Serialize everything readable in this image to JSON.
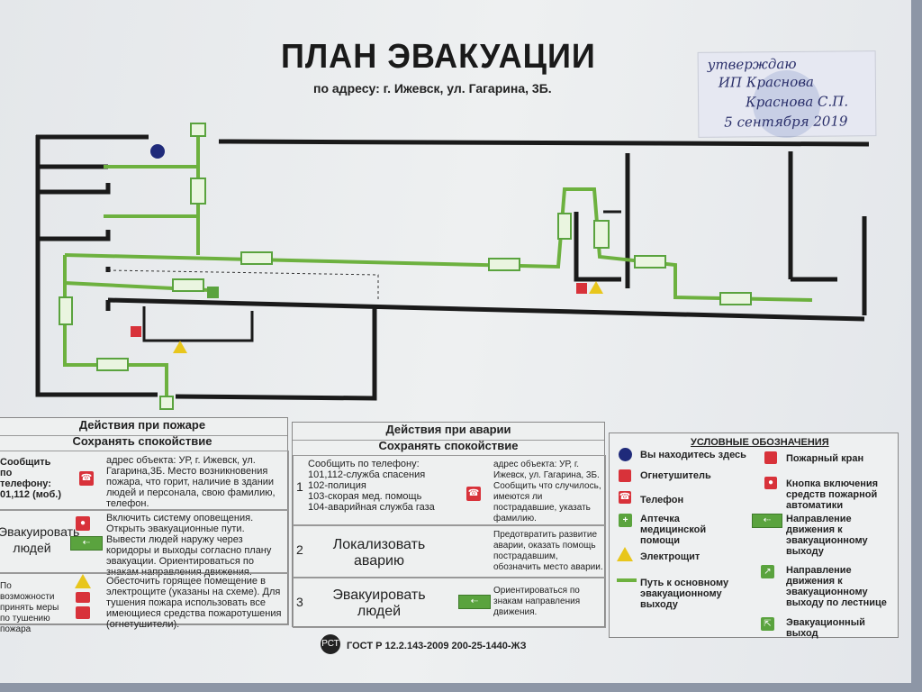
{
  "title": "ПЛАН ЭВАКУАЦИИ",
  "address": "по адресу: г. Ижевск, ул. Гагарина, 3Б.",
  "approval": {
    "lines": [
      "утверждаю",
      "ИП Краснова",
      "Краснова С.П.",
      "5 сентября 2019"
    ]
  },
  "colors": {
    "path": "#6db13f",
    "wall": "#1a1a1a",
    "you_are_here": "#1f2a7a",
    "fire_red": "#d8323a",
    "safety_green": "#5aa33e"
  },
  "fire": {
    "header": "Действия при пожаре",
    "subheader": "Сохранять спокойствие",
    "rows": [
      {
        "action": "Сообщить по телефону: 01,112 (моб.)",
        "icon": "phone-icon",
        "text": "адрес объекта: УР, г. Ижевск, ул. Гагарина,3Б. Место возникновения пожара, что горит, наличие в здании людей и персонала, свою фамилию, телефон."
      },
      {
        "action": "Эвакуировать людей",
        "icon": "alarm-button-icon",
        "text": "Включить систему оповещения. Открыть эвакуационные пути. Вывести людей наружу через коридоры и выходы согласно плану эвакуации. Ориентироваться по знакам направления движения."
      },
      {
        "action": "По возможности принять меры по тушению пожара",
        "icon": "extinguisher-icon",
        "text": "Обесточить горящее помещение в электрощите (указаны на схеме). Для тушения пожара использовать все имеющиеся средства пожаротушения (огнетушители)."
      }
    ]
  },
  "accident": {
    "header": "Действия при аварии",
    "subheader": "Сохранять спокойствие",
    "rows": [
      {
        "num": "1",
        "action": "Сообщить по телефону:\n101,112-служба спасения\n102-полиция\n103-скорая мед. помощь\n104-аварийная служба газа",
        "text": "адрес объекта: УР, г. Ижевск, ул. Гагарина, 3Б. Сообщить что случилось, имеются ли пострадавшие, указать фамилию."
      },
      {
        "num": "2",
        "action": "Локализовать аварию",
        "text": "Предотвратить развитие аварии, оказать помощь пострадавшим, обозначить место аварии."
      },
      {
        "num": "3",
        "action": "Эвакуировать людей",
        "text": "Ориентироваться по знакам направления движения."
      }
    ]
  },
  "legend": {
    "title": "УСЛОВНЫЕ ОБОЗНАЧЕНИЯ",
    "items": [
      {
        "icon": "you-are-here-icon",
        "label": "Вы находитесь здесь"
      },
      {
        "icon": "extinguisher-icon",
        "label": "Огнетушитель"
      },
      {
        "icon": "phone-icon",
        "label": "Телефон"
      },
      {
        "icon": "first-aid-icon",
        "label": "Аптечка медицинской помощи"
      },
      {
        "icon": "electrical-panel-icon",
        "label": "Электрощит"
      },
      {
        "icon": "evacuation-path-icon",
        "label": "Путь к основному эвакуационному выходу"
      },
      {
        "icon": "fire-hydrant-icon",
        "label": "Пожарный кран"
      },
      {
        "icon": "alarm-button-icon",
        "label": "Кнопка включения средств пожарной автоматики"
      },
      {
        "icon": "exit-direction-icon",
        "label": "Направление движения к эвакуационному выходу"
      },
      {
        "icon": "stairs-exit-icon",
        "label": "Направление движения к эвакуационному выходу по лестнице"
      },
      {
        "icon": "emergency-exit-icon",
        "label": "Эвакуационный выход"
      }
    ]
  },
  "footer": {
    "gost": "ГОСТ Р 12.2.143-2009 200-25-1440-ЖЗ",
    "logo": "РСТ"
  }
}
